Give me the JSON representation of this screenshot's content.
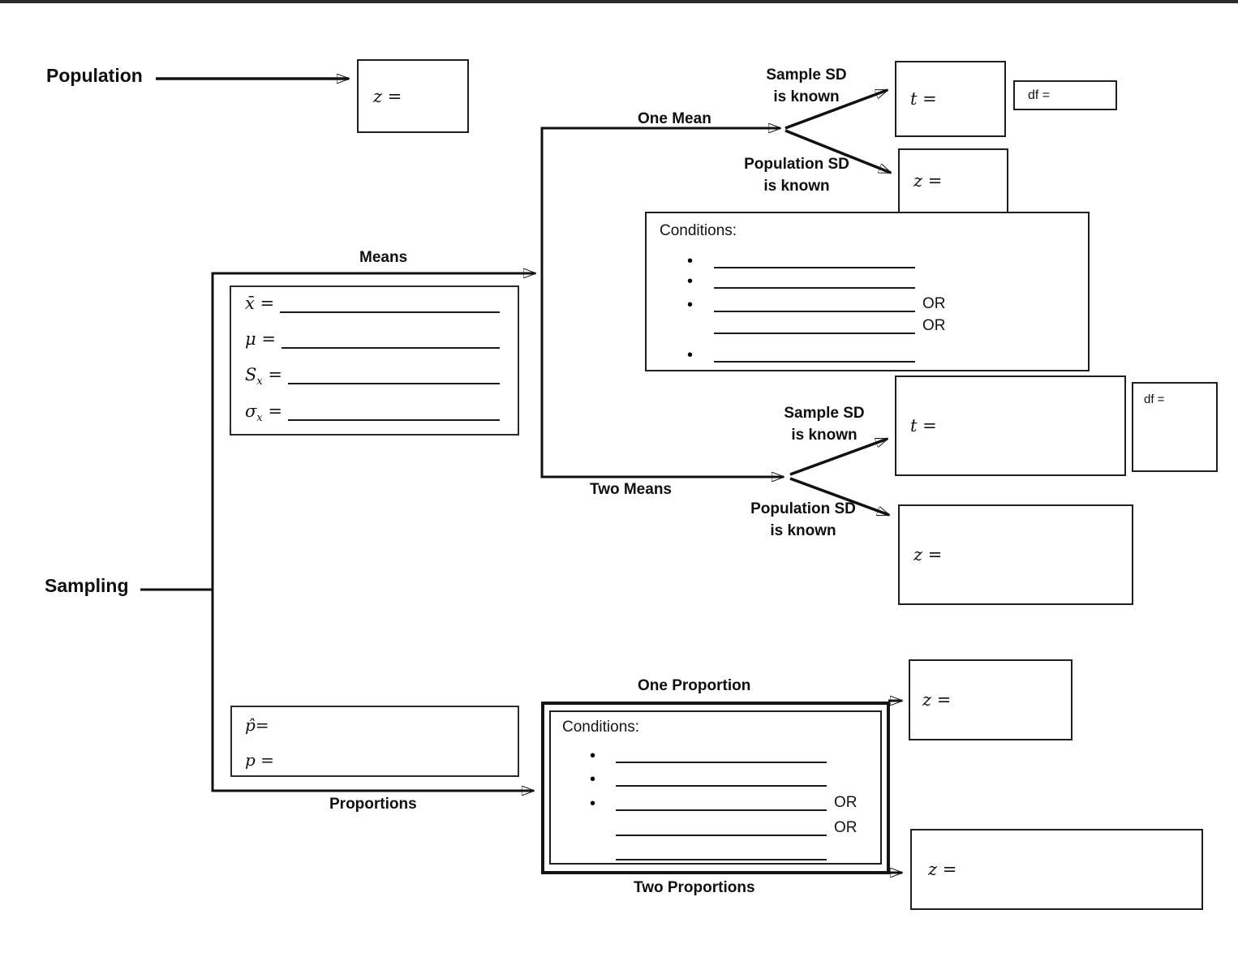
{
  "chrome": {
    "top_bar_color": "#2a2a2a"
  },
  "nodes": {
    "population": "Population",
    "sampling": "Sampling"
  },
  "branches": {
    "means": "Means",
    "one_mean": "One Mean",
    "two_means": "Two Means",
    "proportions": "Proportions",
    "one_proportion": "One Proportion",
    "two_proportions": "Two Proportions",
    "sample_sd": "Sample SD",
    "population_sd": "Population SD",
    "is_known": "is known"
  },
  "formula_boxes": {
    "population_z": "z =",
    "one_mean_t": "t =",
    "one_mean_df": "df =",
    "one_mean_z": "z =",
    "two_means_t": "t =",
    "two_means_df": "df =",
    "two_means_z": "z =",
    "one_proportion_z": "z =",
    "two_proportions_z": "z ="
  },
  "means_stats": {
    "rows": [
      {
        "pre": "x̄",
        "sub": "",
        "post": " ="
      },
      {
        "pre": "μ",
        "sub": "",
        "post": " ="
      },
      {
        "pre": "S",
        "sub": "x",
        "post": " ="
      },
      {
        "pre": "σ",
        "sub": "x",
        "post": " ="
      }
    ]
  },
  "proportion_stats": {
    "rows": [
      {
        "pre": "p̂",
        "sub": "",
        "post": "="
      },
      {
        "pre": "p",
        "sub": "",
        "post": " ="
      }
    ]
  },
  "means_conditions": {
    "title": "Conditions:",
    "rows": [
      {
        "bullet": "•",
        "suffix": ""
      },
      {
        "bullet": "•",
        "suffix": ""
      },
      {
        "bullet": "•",
        "suffix": "OR"
      },
      {
        "bullet": "",
        "suffix": "OR"
      },
      {
        "bullet": "•",
        "suffix": ""
      }
    ]
  },
  "proportion_conditions": {
    "title": "Conditions:",
    "rows": [
      {
        "bullet": "•",
        "suffix": ""
      },
      {
        "bullet": "•",
        "suffix": ""
      },
      {
        "bullet": "•",
        "suffix": "OR"
      },
      {
        "bullet": "",
        "suffix": "OR"
      },
      {
        "bullet": "",
        "suffix": ""
      }
    ]
  }
}
